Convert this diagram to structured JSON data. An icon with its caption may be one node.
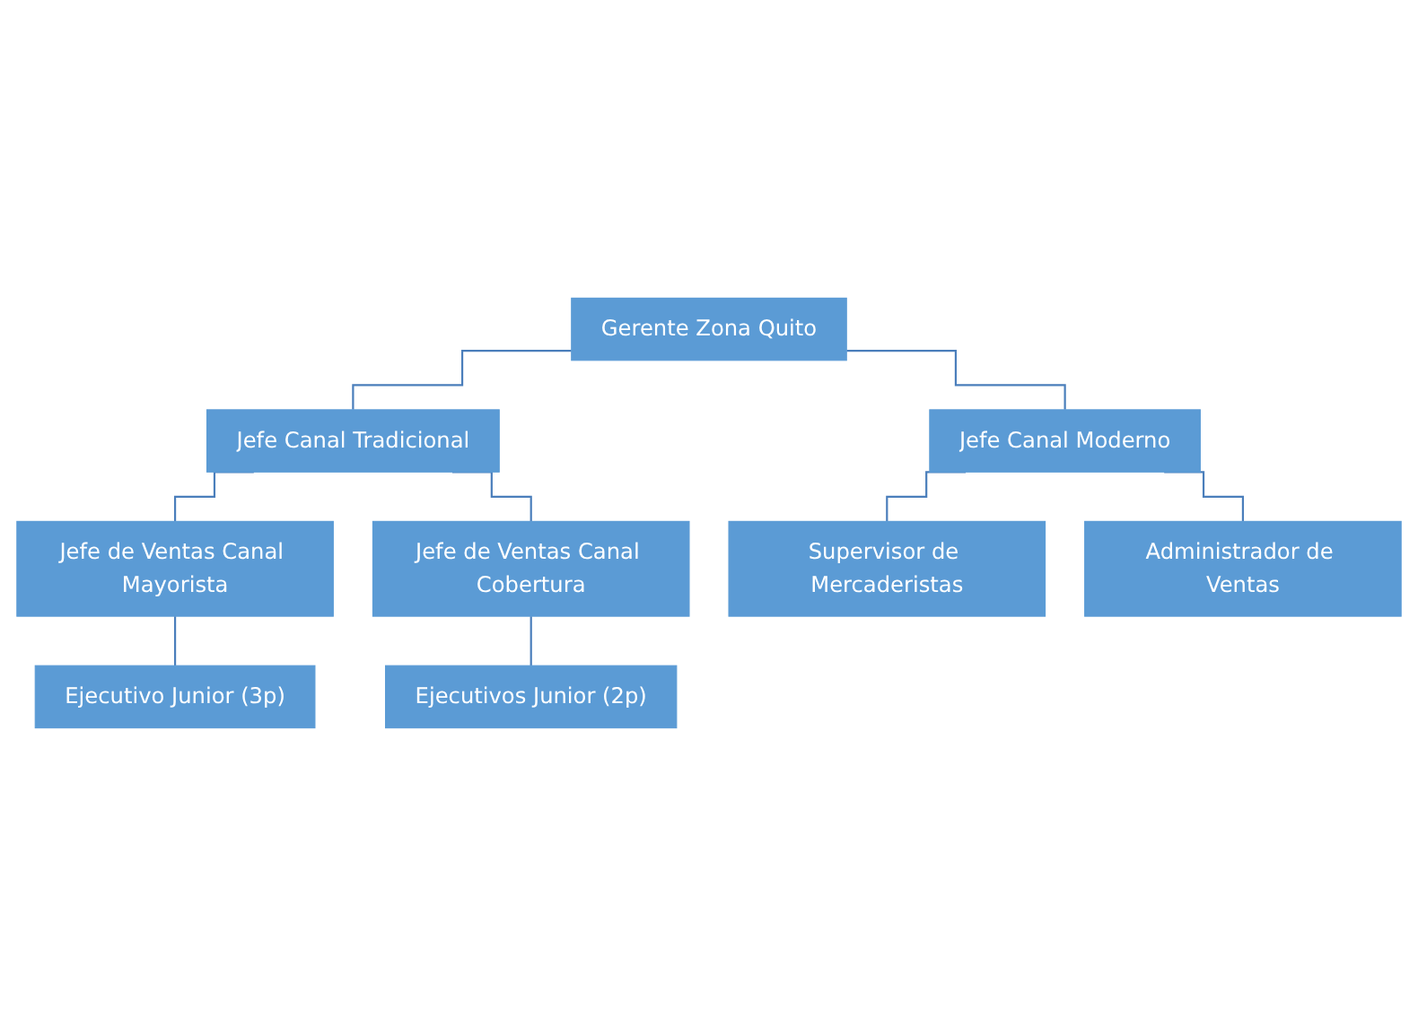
{
  "diagram": {
    "nodes": [
      {
        "text": [
          "Gerente Zona Quito"
        ]
      },
      {
        "text": [
          "Jefe Canal Tradicional"
        ]
      },
      {
        "text": [
          "Jefe Canal Moderno"
        ]
      },
      {
        "text": [
          "Jefe de Ventas Canal Mayorista"
        ]
      },
      {
        "text": [
          "Jefe de Ventas Canal Cobertura"
        ]
      },
      {
        "text": [
          "Supervisor de Mercaderistas"
        ]
      },
      {
        "text": [
          "Ejecutivo Junior (3p)"
        ]
      },
      {
        "text": [
          "Ejecutivos Junior (2p)"
        ]
      },
      {
        "text": [
          "Administrador de Ventas"
        ]
      }
    ],
    "edges": [
      {
        "from": 0,
        "to": 1,
        "arrow": "none"
      },
      {
        "from": 0,
        "to": 2,
        "arrow": "none"
      },
      {
        "from": 1,
        "to": 3,
        "arrow": "none"
      },
      {
        "from": 1,
        "to": 4,
        "arrow": "none"
      },
      {
        "from": 2,
        "to": 5,
        "arrow": "none"
      },
      {
        "from": 2,
        "to": 8,
        "arrow": "none"
      },
      {
        "from": 3,
        "to": 6,
        "arrow": "none"
      },
      {
        "from": 4,
        "to": 7,
        "arrow": "none"
      }
    ]
  }
}
